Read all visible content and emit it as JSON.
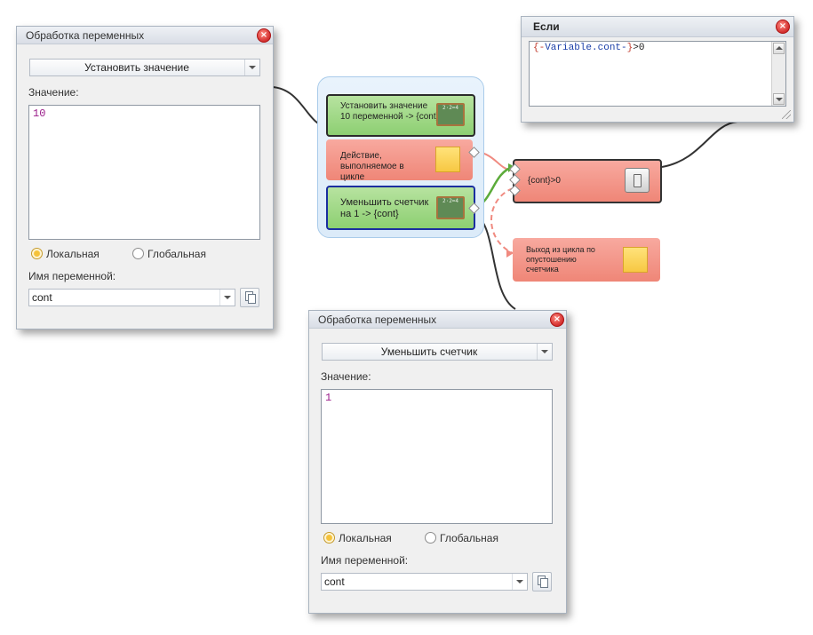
{
  "panel_set_value": {
    "title": "Обработка переменных",
    "action": "Установить значение",
    "value_label": "Значение:",
    "value": "10",
    "radio_local": "Локальная",
    "radio_global": "Глобальная",
    "scope_selected": "local",
    "varname_label": "Имя переменной:",
    "varname": "cont"
  },
  "panel_decrement": {
    "title": "Обработка переменных",
    "action": "Уменьшить счетчик",
    "value_label": "Значение:",
    "value": "1",
    "radio_local": "Локальная",
    "radio_global": "Глобальная",
    "scope_selected": "local",
    "varname_label": "Имя переменной:",
    "varname": "cont"
  },
  "if_dialog": {
    "title": "Если",
    "condition_open": "{-",
    "condition_var": "Variable.cont-",
    "condition_close": "}",
    "condition_tail": ">0"
  },
  "nodes": {
    "set_value": "Установить значение 10 переменной -> {cont}",
    "loop_action": "Действие, выполняемое в цикле",
    "decrement": "Уменьшить счетчик на 1 -> {cont}",
    "condition": "{cont}>0",
    "exit_loop": "Выход из цикла по опустошению счетчика"
  },
  "icons": {
    "chalkboard": "chalkboard-icon",
    "sticky": "sticky-note-icon",
    "switch": "toggle-switch-icon",
    "close": "close-icon",
    "copy": "copy-icon"
  },
  "colors": {
    "node_green": "#8dcf72",
    "node_red": "#ef8677",
    "group_bg": "#dcebf9",
    "var_text": "#9b1d8a"
  }
}
